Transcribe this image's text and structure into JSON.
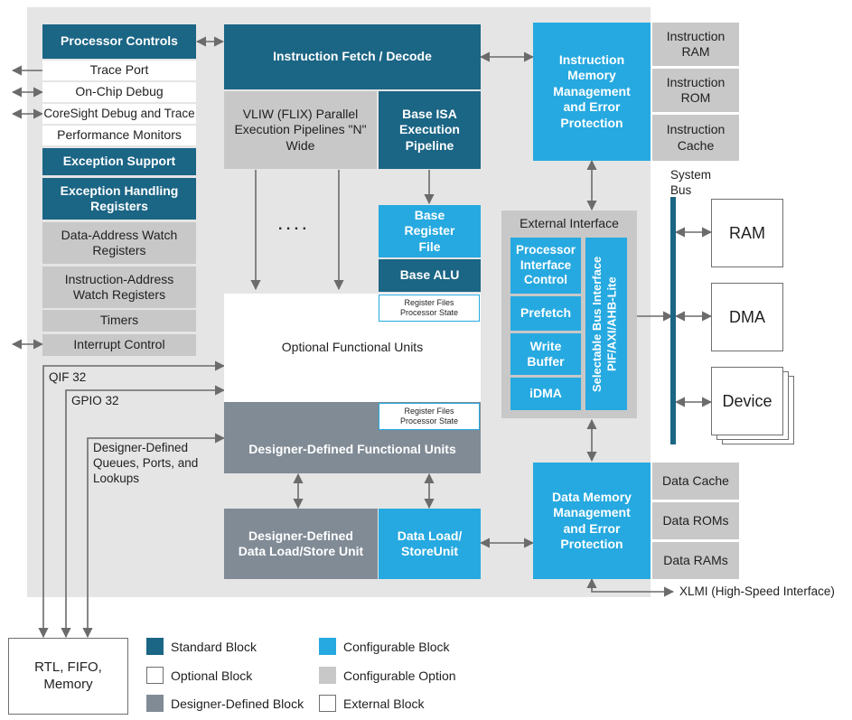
{
  "left_column": {
    "processor_controls": "Processor Controls",
    "trace_port": "Trace Port",
    "on_chip_debug": "On-Chip Debug",
    "coresight": "CoreSight Debug and Trace",
    "performance_monitors": "Performance Monitors",
    "exception_support": "Exception Support",
    "exception_handling": "Exception Handling Registers",
    "data_address_watch": "Data-Address Watch Registers",
    "instruction_address_watch": "Instruction-Address Watch Registers",
    "timers": "Timers",
    "interrupt_control": "Interrupt Control"
  },
  "core": {
    "fetch_decode": "Instruction Fetch / Decode",
    "vliw": "VLIW (FLIX) Parallel Execution Pipelines \"N\" Wide",
    "base_isa": "Base ISA Execution Pipeline",
    "dots": ". . . .",
    "base_register_file": "Base Register File",
    "base_alu": "Base ALU",
    "register_files_1": "Register Files Processor State",
    "optional_functional_units": "Optional Functional Units",
    "register_files_2": "Register Files Processor State",
    "designer_defined_functional_units": "Designer-Defined Functional Units",
    "designer_defined_load_store": "Designer-Defined Data Load/Store Unit",
    "data_load_store": "Data Load/ StoreUnit"
  },
  "instruction_memory": {
    "title": "Instruction Memory Management and Error Protection",
    "ram": "Instruction RAM",
    "rom": "Instruction ROM",
    "cache": "Instruction Cache"
  },
  "external_interface": {
    "title": "External Interface",
    "processor_interface_control": "Processor Interface Control",
    "prefetch": "Prefetch",
    "write_buffer": "Write Buffer",
    "idma": "iDMA",
    "bus_interface": "Selectable Bus Interface PIF/AXI/AHB-Lite"
  },
  "system": {
    "bus_label": "System Bus",
    "ram": "RAM",
    "dma": "DMA",
    "device": "Device"
  },
  "data_memory": {
    "title": "Data Memory Management and Error Protection",
    "cache": "Data Cache",
    "roms": "Data ROMs",
    "rams": "Data RAMs",
    "xlmi": "XLMI (High-Speed Interface)"
  },
  "side_labels": {
    "qif": "QIF 32",
    "gpio": "GPIO 32",
    "designer_defined_queues": "Designer-Defined Queues, Ports, and Lookups",
    "rtl": "RTL, FIFO, Memory"
  },
  "legend": {
    "standard": "Standard Block",
    "optional": "Optional Block",
    "designer_defined": "Designer-Defined Block",
    "configurable": "Configurable Block",
    "configurable_option": "Configurable Option",
    "external": "External Block"
  },
  "colors": {
    "standard": "#1b6585",
    "configurable": "#26a9e0",
    "configurable_option": "#c8c8c8",
    "designer_defined": "#808b96",
    "background": "#e5e5e5"
  }
}
